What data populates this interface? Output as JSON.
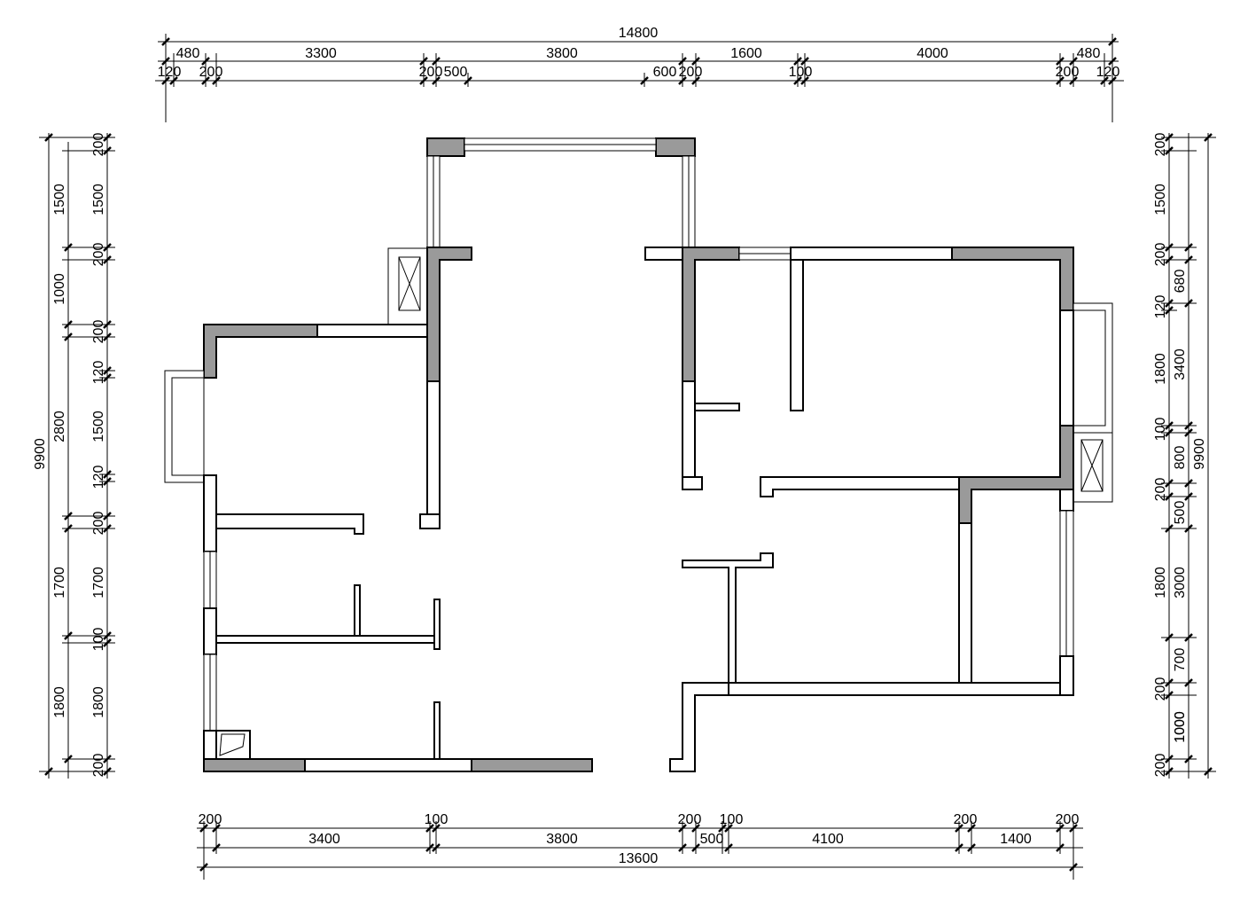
{
  "drawing": {
    "top_total": "14800",
    "top_row1": [
      "480",
      "3300",
      "3800",
      "1600",
      "4000",
      "480"
    ],
    "top_row2": [
      "120",
      "200",
      "200",
      "500",
      "600",
      "200",
      "100",
      "200",
      "120"
    ],
    "bottom_row1": [
      "200",
      "100",
      "200",
      "100",
      "200",
      "200"
    ],
    "bottom_row2": [
      "3400",
      "3800",
      "500",
      "4100",
      "1400"
    ],
    "bottom_total": "13600",
    "left_outer": [
      "1500",
      "1000",
      "2800",
      "1700",
      "1800"
    ],
    "left_total": "9900",
    "left_inner": [
      "200",
      "1500",
      "200",
      "200",
      "120",
      "1500",
      "120",
      "200",
      "1700",
      "100",
      "1800",
      "200"
    ],
    "right_inner": [
      "200",
      "1500",
      "200",
      "680",
      "120",
      "1800",
      "100",
      "800",
      "200",
      "500",
      "1800",
      "200",
      "1000",
      "200"
    ],
    "right_outer": [
      "3400",
      "3000",
      "700",
      "1000"
    ],
    "right_total": "9900"
  }
}
